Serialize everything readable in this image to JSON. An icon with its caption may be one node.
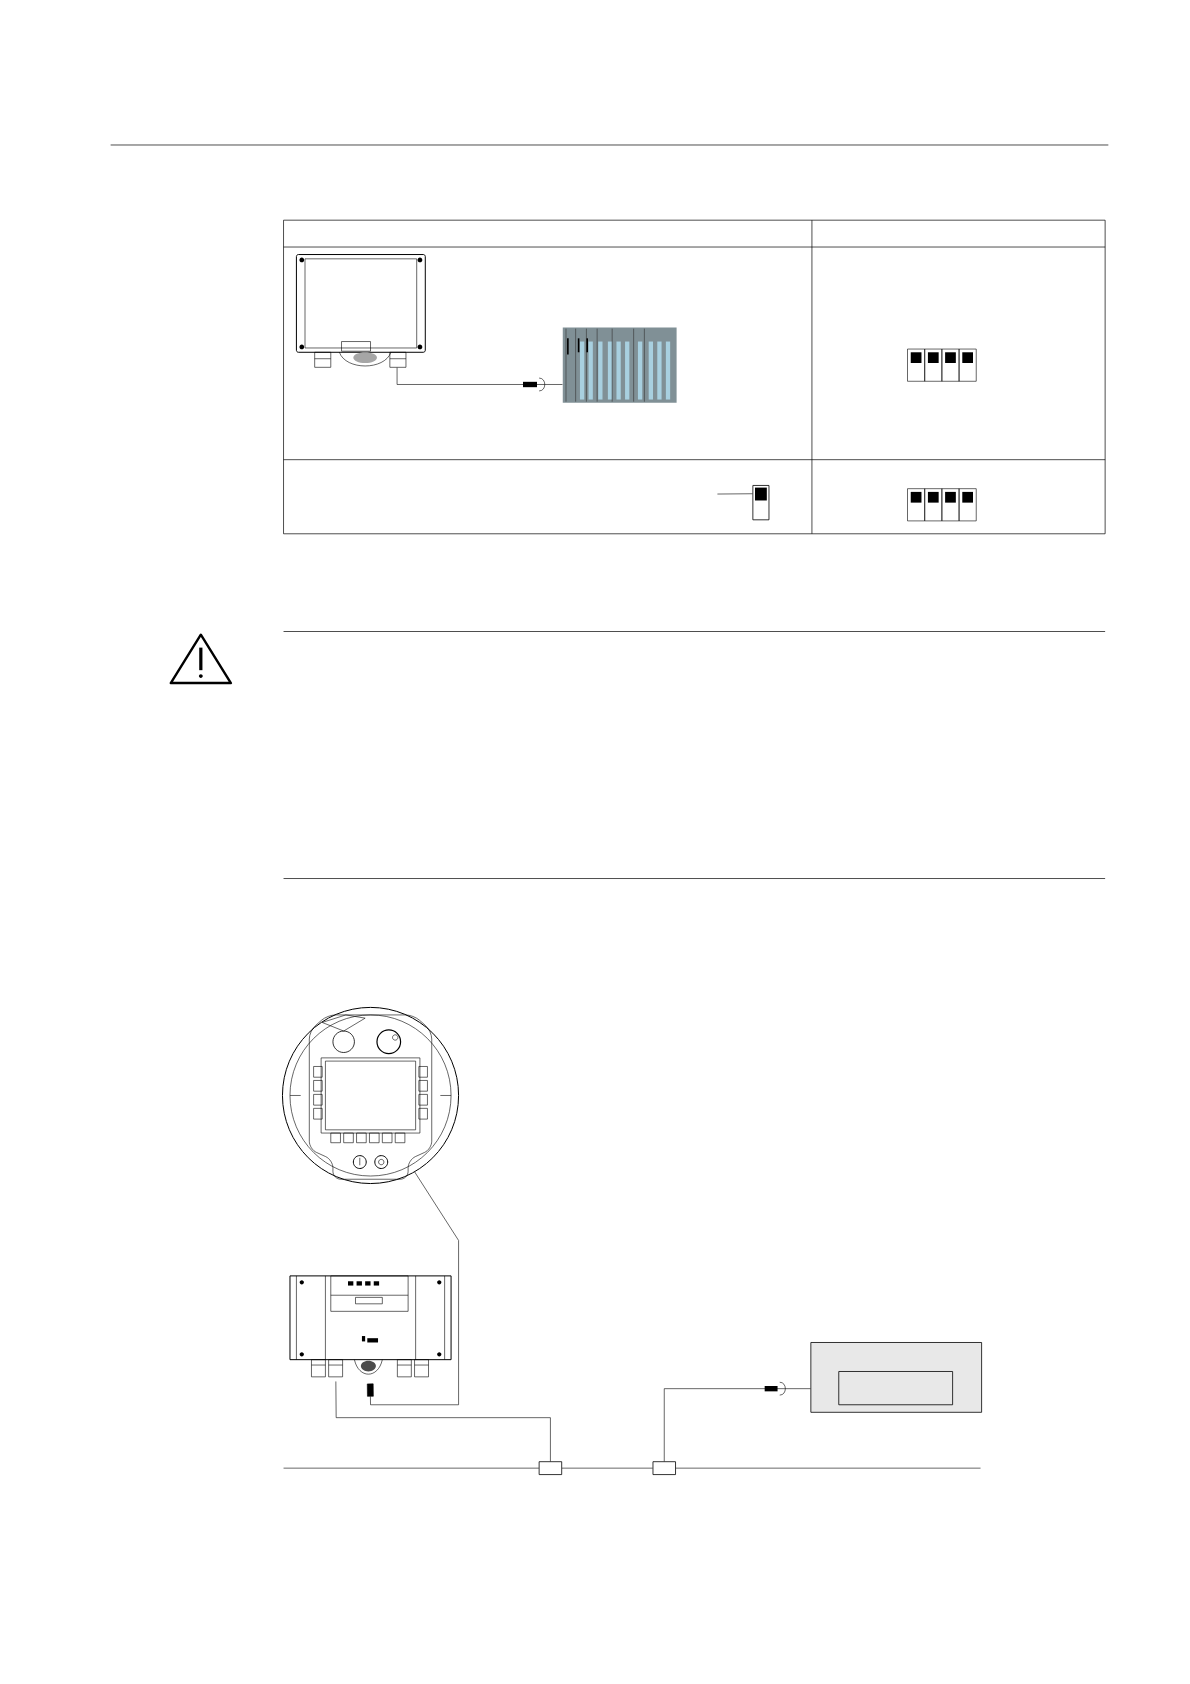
{
  "diagram": {
    "nodes": [
      {
        "text": [],
        "shape": "picture"
      },
      {
        "text": [],
        "shape": "picture"
      },
      {
        "text": [],
        "shape": "box"
      },
      {
        "text": [],
        "shape": "picture"
      },
      {
        "text": [],
        "shape": "picture"
      },
      {
        "text": [],
        "shape": "box"
      },
      {
        "text": [],
        "shape": "box"
      },
      {
        "text": [],
        "shape": "box"
      }
    ],
    "edges": [
      {
        "from": 0,
        "to": 1,
        "arrow": "none"
      },
      {
        "from": null,
        "to": 2,
        "arrow": "none"
      },
      {
        "from": 3,
        "to": 4,
        "arrow": "other"
      },
      {
        "from": 4,
        "to": 6,
        "arrow": "none"
      },
      {
        "from": 7,
        "to": 5,
        "arrow": "none"
      },
      {
        "from": null,
        "to": 6,
        "arrow": "none"
      },
      {
        "from": 6,
        "to": 7,
        "arrow": "none"
      },
      {
        "from": 7,
        "to": null,
        "arrow": "none"
      }
    ]
  }
}
